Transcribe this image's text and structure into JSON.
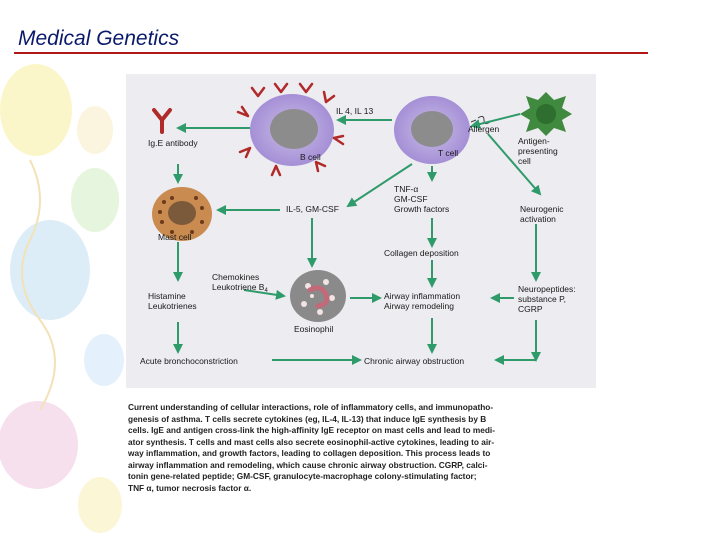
{
  "header": {
    "title": "Medical Genetics"
  },
  "colors": {
    "arrow": "#2f9a6a",
    "title": "#0a1a6a",
    "rule": "#b01818",
    "panel": "#ececf1"
  },
  "diagram": {
    "il4_il13": "IL 4, IL 13",
    "allergen": "Allergen",
    "ige_antibody": "Ig.E antibody",
    "b_cell": "B cell",
    "t_cell": "T cell",
    "apc": [
      "Antigen-",
      "presenting",
      "cell"
    ],
    "tnf_group": [
      "TNF-α",
      "GM-CSF",
      "Growth factors"
    ],
    "il5": "IL-5, GM-CSF",
    "neurogenic": [
      "Neurogenic",
      "activation"
    ],
    "mast_cell": "Mast cell",
    "collagen": "Collagen deposition",
    "chemokines": "Chemokines",
    "leukotriene": "Leukotriene B",
    "leukotriene_sub": "4",
    "histamine": [
      "Histamine",
      "Leukotrienes"
    ],
    "airway": [
      "Airway inflammation",
      "Airway remodeling"
    ],
    "neuropeptides": [
      "Neuropeptides:",
      "substance P,",
      "CGRP"
    ],
    "eosinophil": "Eosinophil",
    "acute": "Acute bronchoconstriction",
    "chronic": "Chronic airway obstruction"
  },
  "caption": {
    "lines": [
      "Current understanding of cellular interactions, role of inflammatory cells, and immunopatho-",
      "genesis of asthma. T cells secrete cytokines (eg, IL-4, IL-13) that induce IgE synthesis by B",
      "cells. IgE and antigen cross-link the high-affinity IgE receptor on mast cells and lead to medi-",
      "ator synthesis. T cells and mast cells also secrete eosinophil-active cytokines, leading to air-",
      "way inflammation, and growth factors, leading to collagen deposition. This process leads to",
      "airway inflammation and remodeling, which cause chronic airway obstruction. CGRP, calci-",
      "tonin gene-related peptide; GM-CSF, granulocyte-macrophage colony-stimulating factor;",
      "TNF α, tumor necrosis factor α."
    ]
  }
}
